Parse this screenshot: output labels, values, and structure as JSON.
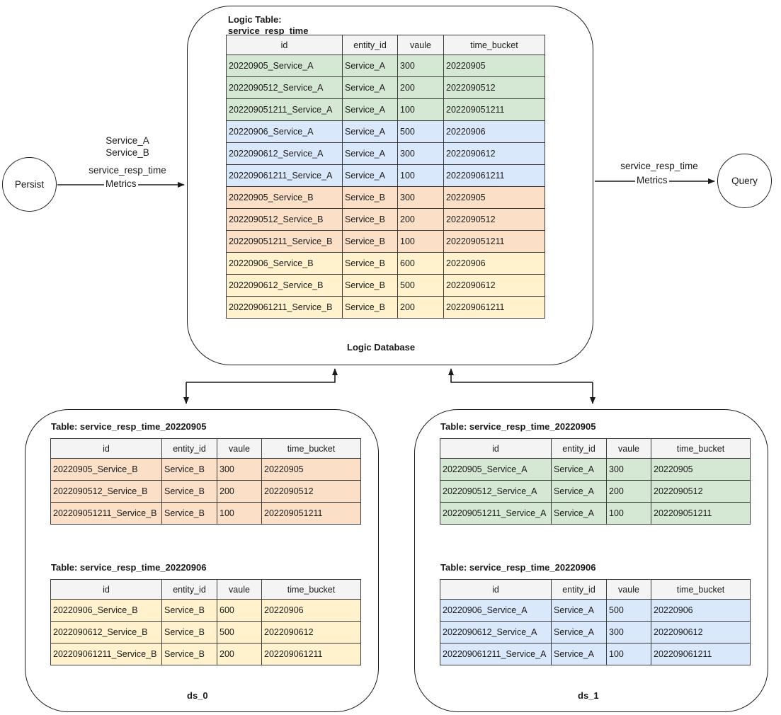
{
  "diagram": {
    "title_caption_logic_db": "Logic Database",
    "logic_table_title_line1": "Logic Table:",
    "logic_table_title_line2": "service_resp_time",
    "colors": {
      "green": "#d5e8d4",
      "blue": "#dae8fc",
      "orange": "#fbdfc7",
      "yellow": "#fff2cc",
      "header": "#f4f4f4",
      "stroke": "#1a1a1a"
    }
  },
  "nodes": {
    "persist": "Persist",
    "query": "Query"
  },
  "edges": {
    "persist_to_db": {
      "line1": "Service_A",
      "line2": "Service_B",
      "line3": "service_resp_time",
      "mid_label": "Metrics"
    },
    "db_to_query": {
      "line1": "service_resp_time",
      "mid_label": "Metrics"
    }
  },
  "columns": [
    "id",
    "entity_id",
    "vaule",
    "time_bucket"
  ],
  "logic_table": {
    "name": "service_resp_time",
    "rows": [
      {
        "id": "20220905_Service_A",
        "entity_id": "Service_A",
        "vaule": "300",
        "time_bucket": "20220905",
        "tint": "green"
      },
      {
        "id": "2022090512_Service_A",
        "entity_id": "Service_A",
        "vaule": "200",
        "time_bucket": "2022090512",
        "tint": "green"
      },
      {
        "id": "202209051211_Service_A",
        "entity_id": "Service_A",
        "vaule": "100",
        "time_bucket": "202209051211",
        "tint": "green"
      },
      {
        "id": "20220906_Service_A",
        "entity_id": "Service_A",
        "vaule": "500",
        "time_bucket": "20220906",
        "tint": "blue"
      },
      {
        "id": "2022090612_Service_A",
        "entity_id": "Service_A",
        "vaule": "300",
        "time_bucket": "2022090612",
        "tint": "blue"
      },
      {
        "id": "202209061211_Service_A",
        "entity_id": "Service_A",
        "vaule": "100",
        "time_bucket": "202209061211",
        "tint": "blue"
      },
      {
        "id": "20220905_Service_B",
        "entity_id": "Service_B",
        "vaule": "300",
        "time_bucket": "20220905",
        "tint": "orange"
      },
      {
        "id": "2022090512_Service_B",
        "entity_id": "Service_B",
        "vaule": "200",
        "time_bucket": "2022090512",
        "tint": "orange"
      },
      {
        "id": "202209051211_Service_B",
        "entity_id": "Service_B",
        "vaule": "100",
        "time_bucket": "202209051211",
        "tint": "orange"
      },
      {
        "id": "20220906_Service_B",
        "entity_id": "Service_B",
        "vaule": "600",
        "time_bucket": "20220906",
        "tint": "yellow"
      },
      {
        "id": "2022090612_Service_B",
        "entity_id": "Service_B",
        "vaule": "500",
        "time_bucket": "2022090612",
        "tint": "yellow"
      },
      {
        "id": "202209061211_Service_B",
        "entity_id": "Service_B",
        "vaule": "200",
        "time_bucket": "202209061211",
        "tint": "yellow"
      }
    ]
  },
  "datasources": [
    {
      "caption": "ds_0",
      "tables": [
        {
          "title": "Table: service_resp_time_20220905",
          "rows": [
            {
              "id": "20220905_Service_B",
              "entity_id": "Service_B",
              "vaule": "300",
              "time_bucket": "20220905",
              "tint": "orange"
            },
            {
              "id": "2022090512_Service_B",
              "entity_id": "Service_B",
              "vaule": "200",
              "time_bucket": "2022090512",
              "tint": "orange"
            },
            {
              "id": "202209051211_Service_B",
              "entity_id": "Service_B",
              "vaule": "100",
              "time_bucket": "202209051211",
              "tint": "orange"
            }
          ]
        },
        {
          "title": "Table: service_resp_time_20220906",
          "rows": [
            {
              "id": "20220906_Service_B",
              "entity_id": "Service_B",
              "vaule": "600",
              "time_bucket": "20220906",
              "tint": "yellow"
            },
            {
              "id": "2022090612_Service_B",
              "entity_id": "Service_B",
              "vaule": "500",
              "time_bucket": "2022090612",
              "tint": "yellow"
            },
            {
              "id": "202209061211_Service_B",
              "entity_id": "Service_B",
              "vaule": "200",
              "time_bucket": "202209061211",
              "tint": "yellow"
            }
          ]
        }
      ]
    },
    {
      "caption": "ds_1",
      "tables": [
        {
          "title": "Table: service_resp_time_20220905",
          "rows": [
            {
              "id": "20220905_Service_A",
              "entity_id": "Service_A",
              "vaule": "300",
              "time_bucket": "20220905",
              "tint": "green"
            },
            {
              "id": "2022090512_Service_A",
              "entity_id": "Service_A",
              "vaule": "200",
              "time_bucket": "2022090512",
              "tint": "green"
            },
            {
              "id": "202209051211_Service_A",
              "entity_id": "Service_A",
              "vaule": "100",
              "time_bucket": "202209051211",
              "tint": "green"
            }
          ]
        },
        {
          "title": "Table: service_resp_time_20220906",
          "rows": [
            {
              "id": "20220906_Service_A",
              "entity_id": "Service_A",
              "vaule": "500",
              "time_bucket": "20220906",
              "tint": "blue"
            },
            {
              "id": "2022090612_Service_A",
              "entity_id": "Service_A",
              "vaule": "300",
              "time_bucket": "2022090612",
              "tint": "blue"
            },
            {
              "id": "202209061211_Service_A",
              "entity_id": "Service_A",
              "vaule": "100",
              "time_bucket": "202209061211",
              "tint": "blue"
            }
          ]
        }
      ]
    }
  ]
}
